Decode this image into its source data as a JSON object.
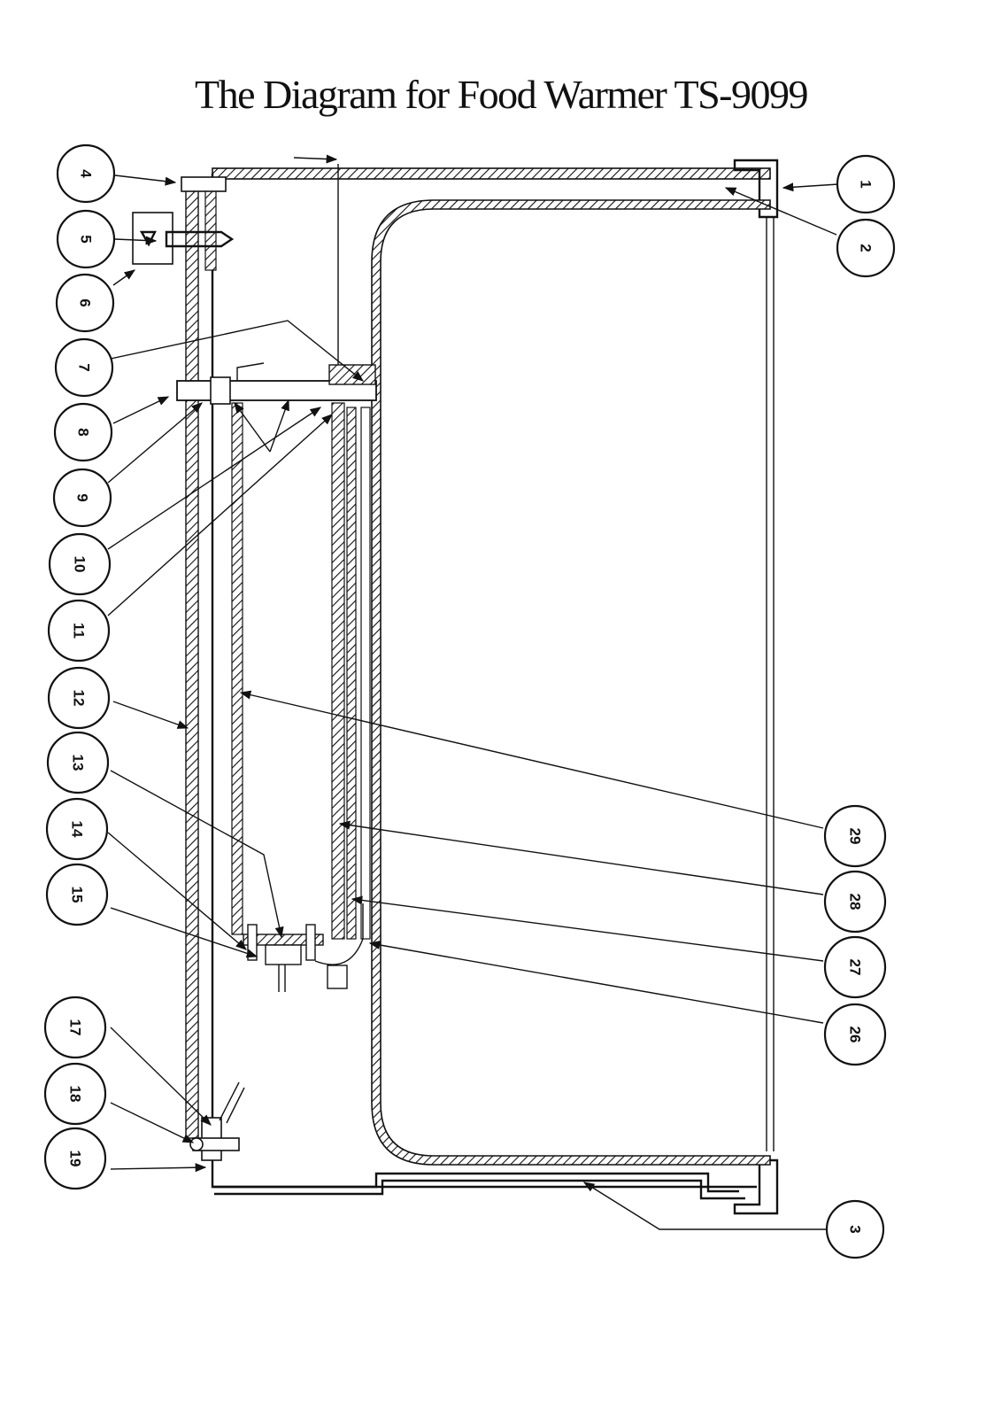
{
  "title": "The Diagram for Food Warmer TS-9099",
  "callouts": [
    {
      "id": "c1",
      "label": "1"
    },
    {
      "id": "c2",
      "label": "2"
    },
    {
      "id": "c3",
      "label": "3"
    },
    {
      "id": "c4",
      "label": "4"
    },
    {
      "id": "c5",
      "label": "5"
    },
    {
      "id": "c6",
      "label": "6"
    },
    {
      "id": "c7",
      "label": "7"
    },
    {
      "id": "c8",
      "label": "8"
    },
    {
      "id": "c9",
      "label": "9"
    },
    {
      "id": "c10",
      "label": "10"
    },
    {
      "id": "c11",
      "label": "11"
    },
    {
      "id": "c12",
      "label": "12"
    },
    {
      "id": "c13",
      "label": "13"
    },
    {
      "id": "c14",
      "label": "14"
    },
    {
      "id": "c15",
      "label": "15"
    },
    {
      "id": "c17",
      "label": "17"
    },
    {
      "id": "c18",
      "label": "18"
    },
    {
      "id": "c19",
      "label": "19"
    },
    {
      "id": "c26",
      "label": "26"
    },
    {
      "id": "c27",
      "label": "27"
    },
    {
      "id": "c28",
      "label": "28"
    },
    {
      "id": "c29",
      "label": "29"
    }
  ]
}
